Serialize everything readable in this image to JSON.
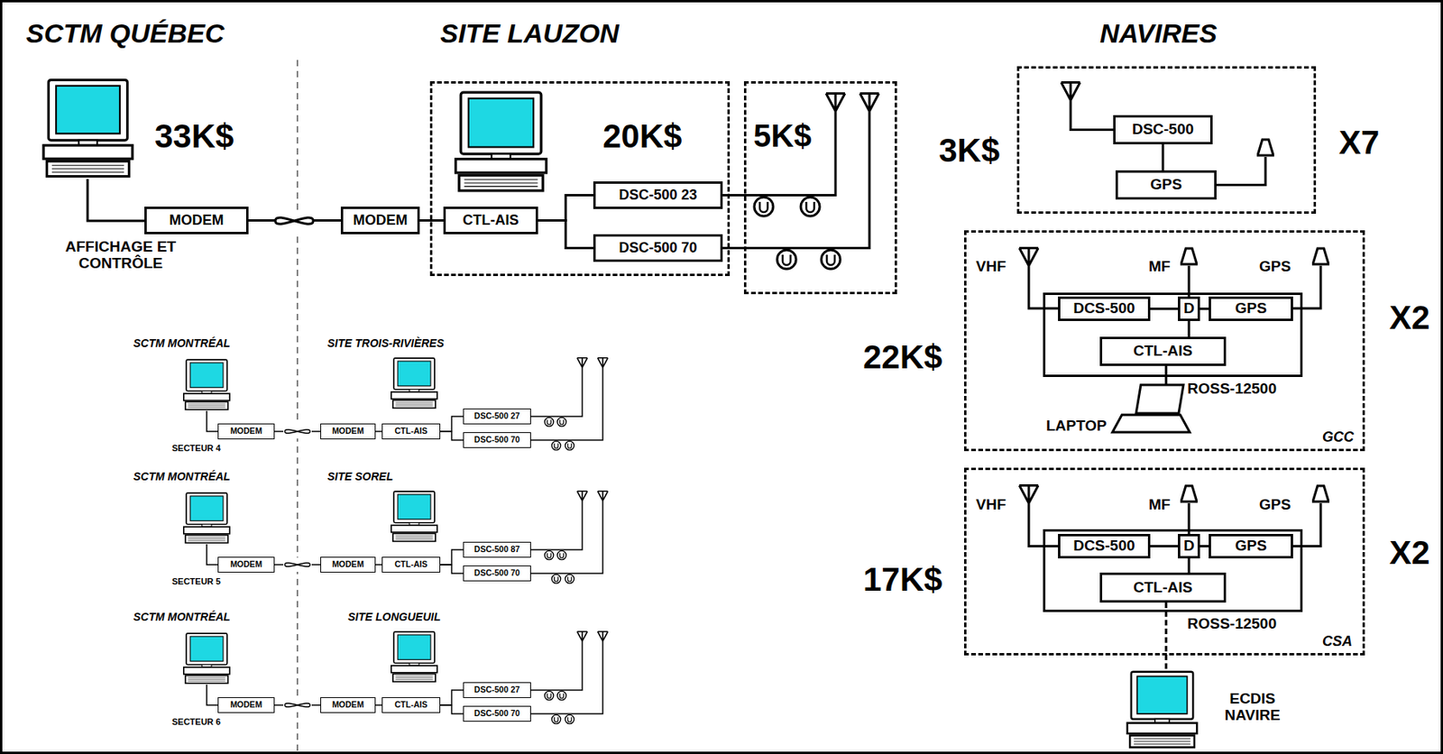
{
  "diagram": {
    "nodes": [
      {
        "text": [
          "MODEM"
        ]
      },
      {
        "text": [
          "MODEM"
        ]
      },
      {
        "text": [
          "20K$"
        ]
      },
      {
        "text": [
          "CTL-AIS"
        ],
        "in": 2
      },
      {
        "text": [
          "DSC-500 23"
        ],
        "in": 2
      },
      {
        "text": [
          "DSC-500 70"
        ],
        "in": 2
      },
      {
        "text": [
          "5K$"
        ]
      },
      {
        "text": [
          "3K$",
          "X7"
        ]
      },
      {
        "text": [
          "DSC-500"
        ],
        "in": 7
      },
      {
        "text": [
          "GPS"
        ],
        "in": 7
      },
      {
        "text": [
          "22K$",
          "X2",
          "GCC"
        ]
      },
      {
        "text": [
          "ROSS-12500"
        ],
        "in": 10
      },
      {
        "text": [
          "DCS-500"
        ],
        "in": 11
      },
      {
        "text": [
          "D"
        ],
        "in": 11
      },
      {
        "text": [
          "GPS"
        ],
        "in": 11
      },
      {
        "text": [
          "CTL-AIS"
        ],
        "in": 11
      },
      {
        "text": [
          "17K$",
          "X2",
          "CSA"
        ]
      },
      {
        "text": [
          "ROSS-12500"
        ],
        "in": 16
      },
      {
        "text": [
          "DCS-500"
        ],
        "in": 17
      },
      {
        "text": [
          "D"
        ],
        "in": 17
      },
      {
        "text": [
          "GPS"
        ],
        "in": 17
      },
      {
        "text": [
          "CTL-AIS"
        ],
        "in": 17
      },
      {
        "text": [
          "MODEM"
        ]
      },
      {
        "text": [
          "MODEM"
        ]
      },
      {
        "text": [
          "CTL-AIS"
        ]
      },
      {
        "text": [
          "DSC-500 27"
        ]
      },
      {
        "text": [
          "DSC-500 70"
        ]
      },
      {
        "text": [
          "MODEM"
        ]
      },
      {
        "text": [
          "MODEM"
        ]
      },
      {
        "text": [
          "CTL-AIS"
        ]
      },
      {
        "text": [
          "DSC-500 87"
        ]
      },
      {
        "text": [
          "DSC-500 70"
        ]
      },
      {
        "text": [
          "MODEM"
        ]
      },
      {
        "text": [
          "MODEM"
        ]
      },
      {
        "text": [
          "CTL-AIS"
        ]
      },
      {
        "text": [
          "DSC-500 27"
        ]
      },
      {
        "text": [
          "DSC-500 70"
        ]
      }
    ],
    "edges": [
      {
        "from": 0,
        "to": 1,
        "arrow": "none"
      },
      {
        "from": 1,
        "to": 3,
        "arrow": "none"
      },
      {
        "from": 3,
        "to": 4,
        "arrow": "none"
      },
      {
        "from": 3,
        "to": 5,
        "arrow": "none"
      },
      {
        "from": 4,
        "to": 6,
        "arrow": "none"
      },
      {
        "from": 5,
        "to": 6,
        "arrow": "none"
      },
      {
        "from": 8,
        "to": 9,
        "arrow": "none"
      },
      {
        "from": 12,
        "to": 13,
        "arrow": "none"
      },
      {
        "from": 13,
        "to": 14,
        "arrow": "none"
      },
      {
        "from": 13,
        "to": 15,
        "arrow": "none"
      },
      {
        "from": 18,
        "to": 19,
        "arrow": "none"
      },
      {
        "from": 19,
        "to": 20,
        "arrow": "none"
      },
      {
        "from": 19,
        "to": 21,
        "arrow": "none"
      },
      {
        "from": 22,
        "to": 23,
        "arrow": "none"
      },
      {
        "from": 23,
        "to": 24,
        "arrow": "none"
      },
      {
        "from": 24,
        "to": 25,
        "arrow": "none"
      },
      {
        "from": 24,
        "to": 26,
        "arrow": "none"
      },
      {
        "from": 27,
        "to": 28,
        "arrow": "none"
      },
      {
        "from": 28,
        "to": 29,
        "arrow": "none"
      },
      {
        "from": 29,
        "to": 30,
        "arrow": "none"
      },
      {
        "from": 29,
        "to": 31,
        "arrow": "none"
      },
      {
        "from": 32,
        "to": 33,
        "arrow": "none"
      },
      {
        "from": 33,
        "to": 34,
        "arrow": "none"
      },
      {
        "from": 34,
        "to": 35,
        "arrow": "none"
      },
      {
        "from": 34,
        "to": 36,
        "arrow": "none"
      }
    ],
    "labels": [
      "SCTM QUÉBEC",
      "SITE LAUZON",
      "NAVIRES",
      "33K$",
      "AFFICHAGE ET CONTRÔLE",
      "SCTM MONTRÉAL",
      "SITE TROIS-RIVIÈRES",
      "SECTEUR 4",
      "SCTM MONTRÉAL",
      "SITE SOREL",
      "SECTEUR 5",
      "SCTM MONTRÉAL",
      "SITE LONGUEUIL",
      "SECTEUR 6",
      "VHF",
      "MF",
      "GPS",
      "LAPTOP",
      "VHF",
      "MF",
      "GPS",
      "ECDIS NAVIRE"
    ]
  }
}
